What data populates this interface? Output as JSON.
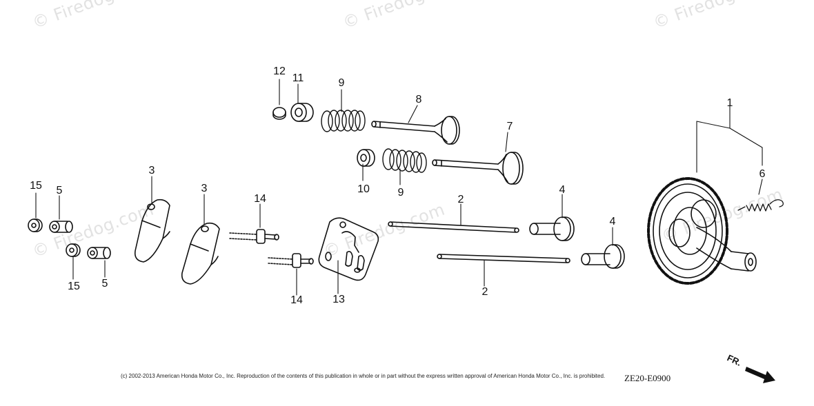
{
  "watermark": "© Firedog.com",
  "callouts": {
    "c1": "1",
    "c2a": "2",
    "c2b": "2",
    "c3a": "3",
    "c3b": "3",
    "c4a": "4",
    "c4b": "4",
    "c5a": "5",
    "c5b": "5",
    "c6": "6",
    "c7": "7",
    "c8": "8",
    "c9a": "9",
    "c9b": "9",
    "c10": "10",
    "c11": "11",
    "c12": "12",
    "c13": "13",
    "c14a": "14",
    "c14b": "14",
    "c15a": "15",
    "c15b": "15"
  },
  "copyright": "(c) 2002-2013 American Honda Motor Co., Inc. Reproduction of the contents of this publication in whole or in part without the express written approval of American Honda Motor Co., Inc. is prohibited.",
  "diagram_code": "ZE20-E0900",
  "front_marker": "FR."
}
